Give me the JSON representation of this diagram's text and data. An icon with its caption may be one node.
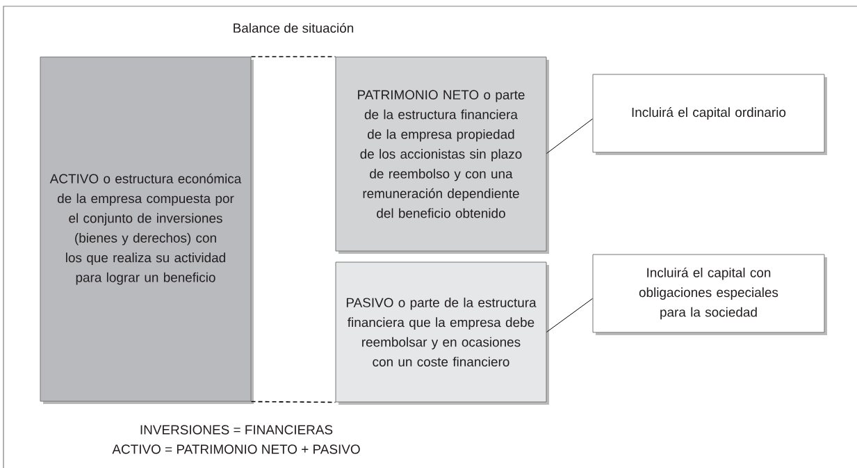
{
  "diagram": {
    "title": "Balance de situación",
    "nodes": [
      {
        "text": [
          "ACTIVO o estructura económica de la empresa compuesta por el conjunto de inversiones (bienes y derechos) con los que realiza su actividad para lograr un beneficio"
        ]
      },
      {
        "text": [
          "PATRIMONIO NETO o parte de la estructura financiera de la empresa propiedad de los accionistas sin plazo de reembolso y con una remuneración dependiente del beneficio obtenido"
        ]
      },
      {
        "text": [
          "PASIVO o parte de la estructura financiera que la empresa debe reembolsar y en ocasiones con un coste financiero"
        ]
      },
      {
        "text": [
          "Incluirá el capital ordinario"
        ]
      },
      {
        "text": [
          "Incluirá el capital con obligaciones especiales para la sociedad"
        ]
      }
    ],
    "edges": [
      {
        "from": 0,
        "to": 1,
        "arrow": "none",
        "style": "dashed"
      },
      {
        "from": 0,
        "to": 2,
        "arrow": "none",
        "style": "dashed"
      },
      {
        "from": 1,
        "to": 3,
        "arrow": "none"
      },
      {
        "from": 2,
        "to": 4,
        "arrow": "none"
      }
    ],
    "labels": [
      "INVERSIONES = FINANCIERAS",
      "ACTIVO = PATRIMONIO NETO + PASIVO"
    ]
  }
}
